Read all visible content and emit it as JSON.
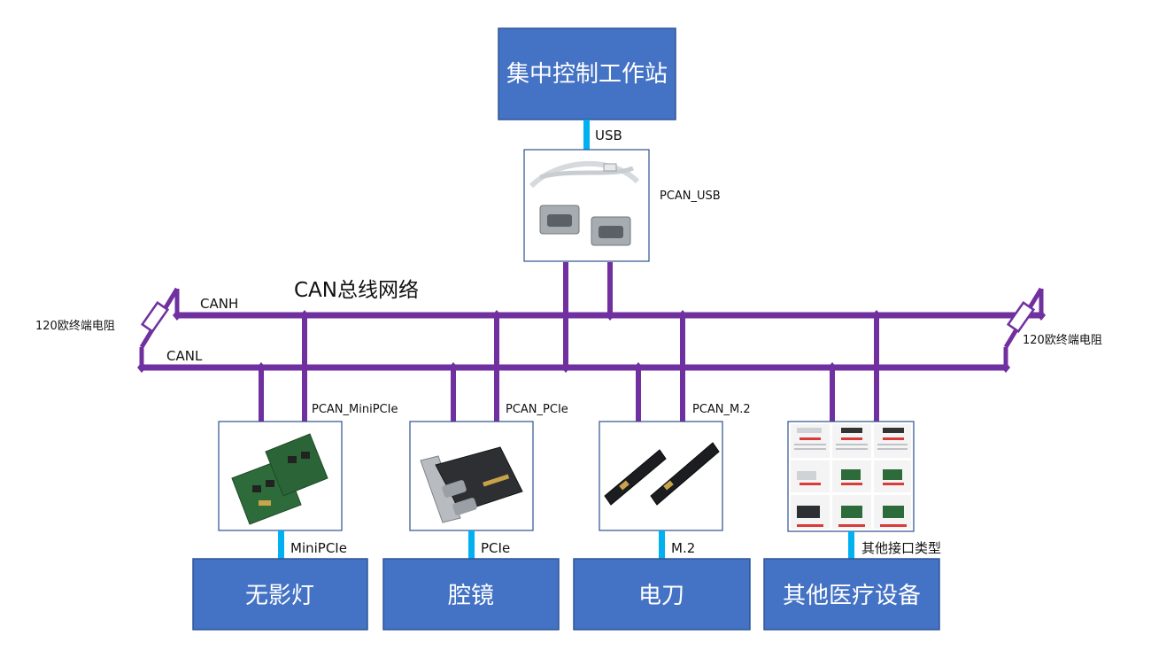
{
  "colors": {
    "bus": "#7030a0",
    "usb_link": "#00b0f0",
    "box_fill": "#4472c4",
    "box_border": "#2f5597",
    "device_border": "#2f4f8f"
  },
  "bus": {
    "title": "CAN总线网络",
    "canh_label": "CANH",
    "canl_label": "CANL",
    "terminator_left_label": "120欧终端电阻",
    "terminator_right_label": "120欧终端电阻"
  },
  "workstation": {
    "title": "集中控制工作站",
    "link_label": "USB"
  },
  "adapters": {
    "usb": {
      "label": "PCAN_USB",
      "icon": "usb-adapter-icon"
    },
    "minipcie": {
      "label": "PCAN_MiniPCIe",
      "link_label": "MiniPCIe",
      "icon": "minipcie-card-icon"
    },
    "pcie": {
      "label": "PCAN_PCIe",
      "link_label": "PCIe",
      "icon": "pcie-card-icon"
    },
    "m2": {
      "label": "PCAN_M.2",
      "link_label": "M.2",
      "icon": "m2-card-icon"
    },
    "other": {
      "link_label": "其他接口类型",
      "icon": "product-catalog-icon"
    }
  },
  "devices": {
    "surgical_light": "无影灯",
    "endoscope": "腔镜",
    "electrosurgical_knife": "电刀",
    "other_equipment": "其他医疗设备"
  }
}
